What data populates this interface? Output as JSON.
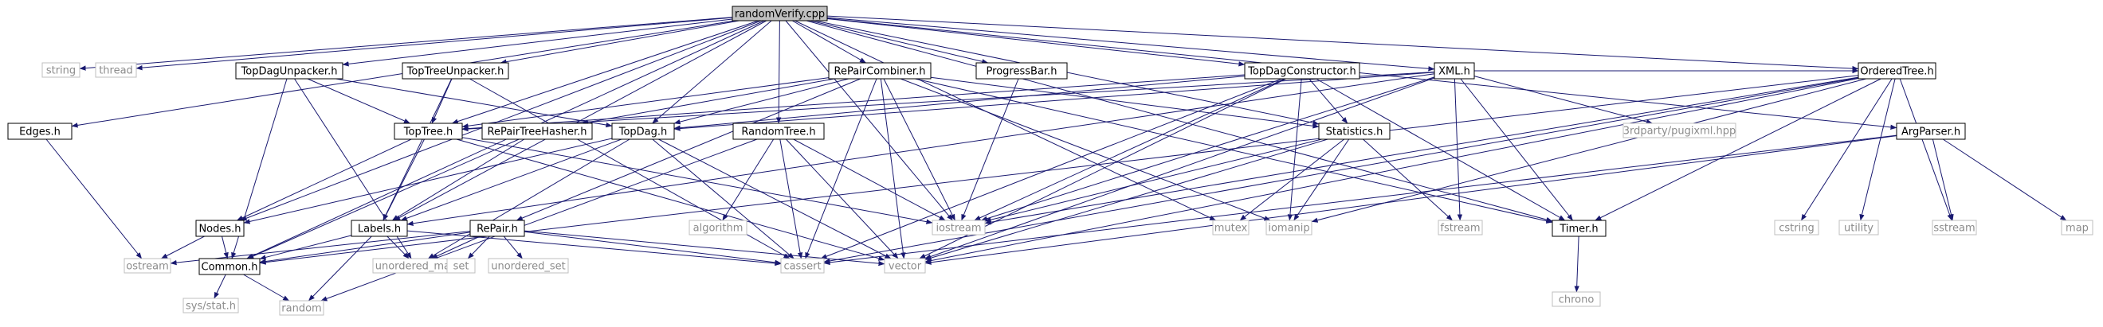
{
  "diagram": {
    "title": "",
    "nodes": [
      {
        "id": "randomVerify",
        "label": "randomVerify.cpp",
        "kind": "root"
      },
      {
        "id": "string",
        "label": "string",
        "kind": "system"
      },
      {
        "id": "thread",
        "label": "thread",
        "kind": "system"
      },
      {
        "id": "TopDagUnpacker",
        "label": "TopDagUnpacker.h",
        "kind": "header"
      },
      {
        "id": "TopTreeUnpacker",
        "label": "TopTreeUnpacker.h",
        "kind": "header"
      },
      {
        "id": "RePairCombiner",
        "label": "RePairCombiner.h",
        "kind": "header"
      },
      {
        "id": "ProgressBar",
        "label": "ProgressBar.h",
        "kind": "header"
      },
      {
        "id": "TopDagConstructor",
        "label": "TopDagConstructor.h",
        "kind": "header"
      },
      {
        "id": "XML",
        "label": "XML.h",
        "kind": "header"
      },
      {
        "id": "OrderedTree",
        "label": "OrderedTree.h",
        "kind": "header"
      },
      {
        "id": "ArgParser",
        "label": "ArgParser.h",
        "kind": "header"
      },
      {
        "id": "Edges",
        "label": "Edges.h",
        "kind": "header"
      },
      {
        "id": "TopTree",
        "label": "TopTree.h",
        "kind": "header"
      },
      {
        "id": "RePairTreeHasher",
        "label": "RePairTreeHasher.h",
        "kind": "header"
      },
      {
        "id": "TopDag",
        "label": "TopDag.h",
        "kind": "header"
      },
      {
        "id": "RandomTree",
        "label": "RandomTree.h",
        "kind": "header"
      },
      {
        "id": "Statistics",
        "label": "Statistics.h",
        "kind": "header"
      },
      {
        "id": "pugixml",
        "label": "3rdparty/pugixml.hpp",
        "kind": "system"
      },
      {
        "id": "Nodes",
        "label": "Nodes.h",
        "kind": "header"
      },
      {
        "id": "Labels",
        "label": "Labels.h",
        "kind": "header"
      },
      {
        "id": "RePair",
        "label": "RePair.h",
        "kind": "header"
      },
      {
        "id": "algorithm",
        "label": "algorithm",
        "kind": "system"
      },
      {
        "id": "iostream",
        "label": "iostream",
        "kind": "system"
      },
      {
        "id": "mutex",
        "label": "mutex",
        "kind": "system"
      },
      {
        "id": "iomanip",
        "label": "iomanip",
        "kind": "system"
      },
      {
        "id": "fstream",
        "label": "fstream",
        "kind": "system"
      },
      {
        "id": "Timer",
        "label": "Timer.h",
        "kind": "header"
      },
      {
        "id": "cstring",
        "label": "cstring",
        "kind": "system"
      },
      {
        "id": "utility",
        "label": "utility",
        "kind": "system"
      },
      {
        "id": "sstream",
        "label": "sstream",
        "kind": "system"
      },
      {
        "id": "map",
        "label": "map",
        "kind": "system"
      },
      {
        "id": "ostream",
        "label": "ostream",
        "kind": "system"
      },
      {
        "id": "Common",
        "label": "Common.h",
        "kind": "header"
      },
      {
        "id": "unordered_map",
        "label": "unordered_map",
        "kind": "system"
      },
      {
        "id": "set",
        "label": "set",
        "kind": "system"
      },
      {
        "id": "unordered_set",
        "label": "unordered_set",
        "kind": "system"
      },
      {
        "id": "cassert",
        "label": "cassert",
        "kind": "system"
      },
      {
        "id": "vector",
        "label": "vector",
        "kind": "system"
      },
      {
        "id": "chrono",
        "label": "chrono",
        "kind": "system"
      },
      {
        "id": "sysstat",
        "label": "sys/stat.h",
        "kind": "system"
      },
      {
        "id": "random",
        "label": "random",
        "kind": "system"
      }
    ],
    "edges": [
      [
        "randomVerify",
        "string"
      ],
      [
        "randomVerify",
        "thread"
      ],
      [
        "randomVerify",
        "TopDagUnpacker"
      ],
      [
        "randomVerify",
        "TopTreeUnpacker"
      ],
      [
        "randomVerify",
        "RePairCombiner"
      ],
      [
        "randomVerify",
        "ProgressBar"
      ],
      [
        "randomVerify",
        "TopDagConstructor"
      ],
      [
        "randomVerify",
        "XML"
      ],
      [
        "randomVerify",
        "OrderedTree"
      ],
      [
        "randomVerify",
        "ArgParser"
      ],
      [
        "randomVerify",
        "Edges"
      ],
      [
        "randomVerify",
        "Nodes"
      ],
      [
        "randomVerify",
        "Common"
      ],
      [
        "randomVerify",
        "Labels"
      ],
      [
        "randomVerify",
        "TopTree"
      ],
      [
        "randomVerify",
        "TopDag"
      ],
      [
        "randomVerify",
        "RandomTree"
      ],
      [
        "randomVerify",
        "Statistics"
      ],
      [
        "randomVerify",
        "iostream"
      ],
      [
        "randomVerify",
        "mutex"
      ],
      [
        "randomVerify",
        "Timer"
      ],
      [
        "TopDagUnpacker",
        "TopTree"
      ],
      [
        "TopDagUnpacker",
        "TopDag"
      ],
      [
        "TopDagUnpacker",
        "Common"
      ],
      [
        "TopDagUnpacker",
        "unordered_map"
      ],
      [
        "TopTreeUnpacker",
        "TopTree"
      ],
      [
        "TopTreeUnpacker",
        "Labels"
      ],
      [
        "TopTreeUnpacker",
        "cassert"
      ],
      [
        "RePairCombiner",
        "TopTree"
      ],
      [
        "RePairCombiner",
        "RePairTreeHasher"
      ],
      [
        "RePairCombiner",
        "TopDag"
      ],
      [
        "RePairCombiner",
        "RePair"
      ],
      [
        "RePairCombiner",
        "Statistics"
      ],
      [
        "RePairCombiner",
        "iostream"
      ],
      [
        "RePairCombiner",
        "iomanip"
      ],
      [
        "RePairCombiner",
        "cassert"
      ],
      [
        "RePairCombiner",
        "vector"
      ],
      [
        "RePairCombiner",
        "Timer"
      ],
      [
        "ProgressBar",
        "iostream"
      ],
      [
        "TopDagConstructor",
        "TopTree"
      ],
      [
        "TopDagConstructor",
        "TopDag"
      ],
      [
        "TopDagConstructor",
        "Statistics"
      ],
      [
        "TopDagConstructor",
        "Timer"
      ],
      [
        "TopDagConstructor",
        "iomanip"
      ],
      [
        "TopDagConstructor",
        "iostream"
      ],
      [
        "TopDagConstructor",
        "vector"
      ],
      [
        "TopDagConstructor",
        "cassert"
      ],
      [
        "XML",
        "TopTree"
      ],
      [
        "XML",
        "TopDag"
      ],
      [
        "XML",
        "Labels"
      ],
      [
        "XML",
        "pugixml"
      ],
      [
        "XML",
        "OrderedTree"
      ],
      [
        "XML",
        "fstream"
      ],
      [
        "XML",
        "iostream"
      ],
      [
        "XML",
        "Timer"
      ],
      [
        "XML",
        "vector"
      ],
      [
        "OrderedTree",
        "Timer"
      ],
      [
        "OrderedTree",
        "Common"
      ],
      [
        "OrderedTree",
        "cassert"
      ],
      [
        "OrderedTree",
        "iomanip"
      ],
      [
        "OrderedTree",
        "iostream"
      ],
      [
        "OrderedTree",
        "cstring"
      ],
      [
        "OrderedTree",
        "utility"
      ],
      [
        "OrderedTree",
        "sstream"
      ],
      [
        "OrderedTree",
        "vector"
      ],
      [
        "ArgParser",
        "sstream"
      ],
      [
        "ArgParser",
        "map"
      ],
      [
        "ArgParser",
        "cassert"
      ],
      [
        "ArgParser",
        "vector"
      ],
      [
        "Edges",
        "ostream"
      ],
      [
        "TopTree",
        "Nodes"
      ],
      [
        "TopTree",
        "Labels"
      ],
      [
        "TopTree",
        "iostream"
      ],
      [
        "TopTree",
        "vector"
      ],
      [
        "RePairTreeHasher",
        "Labels"
      ],
      [
        "RePairTreeHasher",
        "Common"
      ],
      [
        "TopDag",
        "Labels"
      ],
      [
        "TopDag",
        "Nodes"
      ],
      [
        "TopDag",
        "unordered_map"
      ],
      [
        "TopDag",
        "cassert"
      ],
      [
        "TopDag",
        "vector"
      ],
      [
        "RandomTree",
        "algorithm"
      ],
      [
        "RandomTree",
        "iostream"
      ],
      [
        "RandomTree",
        "random"
      ],
      [
        "RandomTree",
        "cassert"
      ],
      [
        "RandomTree",
        "vector"
      ],
      [
        "Statistics",
        "iostream"
      ],
      [
        "Statistics",
        "mutex"
      ],
      [
        "Statistics",
        "iomanip"
      ],
      [
        "Statistics",
        "fstream"
      ],
      [
        "Statistics",
        "vector"
      ],
      [
        "Nodes",
        "Common"
      ],
      [
        "Nodes",
        "ostream"
      ],
      [
        "Labels",
        "Common"
      ],
      [
        "Labels",
        "unordered_map"
      ],
      [
        "Labels",
        "random"
      ],
      [
        "Labels",
        "cassert"
      ],
      [
        "RePair",
        "Common"
      ],
      [
        "RePair",
        "ostream"
      ],
      [
        "RePair",
        "unordered_map"
      ],
      [
        "RePair",
        "set"
      ],
      [
        "RePair",
        "unordered_set"
      ],
      [
        "RePair",
        "cassert"
      ],
      [
        "RePair",
        "vector"
      ],
      [
        "Common",
        "sysstat"
      ],
      [
        "Common",
        "random"
      ],
      [
        "Timer",
        "chrono"
      ]
    ]
  },
  "colors": {
    "edge": "#191970",
    "root_fill": "#bfbfbf",
    "header_border": "#000000",
    "system_border": "#bfbfbf",
    "system_text": "#8c8c8c",
    "text": "#000000",
    "background": "#ffffff"
  }
}
